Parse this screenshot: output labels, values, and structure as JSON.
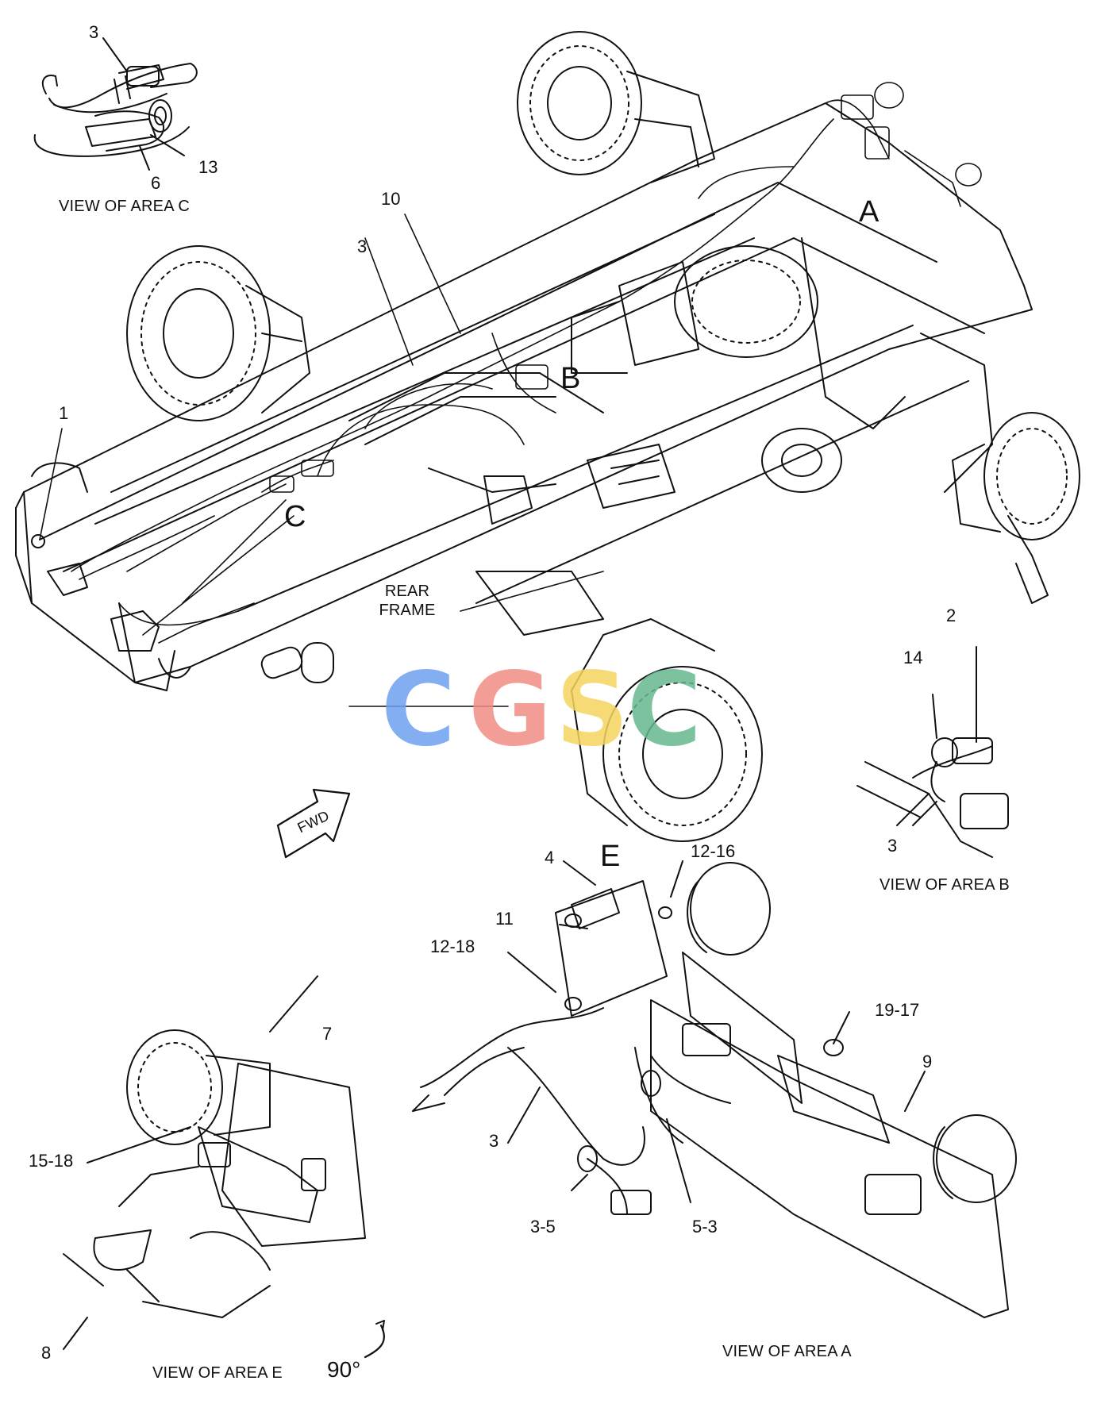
{
  "callouts": {
    "c3_top": "3",
    "c13": "13",
    "c6": "6",
    "c10": "10",
    "c3_main": "3",
    "c1": "1",
    "c2": "2",
    "c14": "14",
    "c3_b": "3",
    "c4": "4",
    "c12_16": "12-16",
    "c11": "11",
    "c12_18": "12-18",
    "c7": "7",
    "c15_18": "15-18",
    "c8": "8",
    "c19_17": "19-17",
    "c9": "9",
    "c3_a": "3",
    "c3_5": "3-5",
    "c5_3": "5-3"
  },
  "area_letters": {
    "a": "A",
    "b": "B",
    "c": "C",
    "e": "E"
  },
  "captions": {
    "view_c": "VIEW OF AREA C",
    "view_b": "VIEW OF AREA B",
    "view_a": "VIEW OF AREA A",
    "view_e": "VIEW OF AREA E",
    "rear_frame_1": "REAR",
    "rear_frame_2": "FRAME",
    "fwd": "FWD",
    "rotation": "90°"
  },
  "watermark": {
    "letters": [
      "C",
      "G",
      "S",
      "C"
    ],
    "colors": [
      "#6fa0f0",
      "#f08c84",
      "#f4d45e",
      "#66b88e"
    ]
  }
}
